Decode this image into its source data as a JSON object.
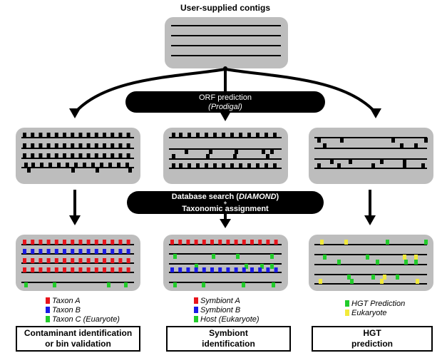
{
  "top": {
    "title": "User-supplied contigs"
  },
  "steps": {
    "orf_line1": "ORF prediction",
    "orf_line2": "(Prodigal)",
    "db_line1a": "Database search (",
    "db_line1b": "DIAMOND",
    "db_line1c": ")",
    "db_plus": "+",
    "db_line2": "Taxonomic assignment"
  },
  "colors": {
    "taxon_a": "#e8141c",
    "taxon_b": "#1a1ae6",
    "taxon_c": "#22cc2b",
    "eukaryote": "#f2ea3a",
    "panel_gray": "#bdbdbd",
    "dark": "#000000"
  },
  "legends": {
    "left": [
      "Taxon A",
      "Taxon B",
      "Taxon C (Euaryote)"
    ],
    "middle": [
      "Symbiont A",
      "Symbiont B",
      "Host (Eukaryote)"
    ],
    "right": [
      "HGT Prediction",
      "Eukaryote"
    ]
  },
  "outputs": {
    "left_line1": "Contaminant identification",
    "left_line2": "or bin validation",
    "middle_line1": "Symbiont",
    "middle_line2": "identification",
    "right_line1": "HGT",
    "right_line2": "prediction"
  }
}
